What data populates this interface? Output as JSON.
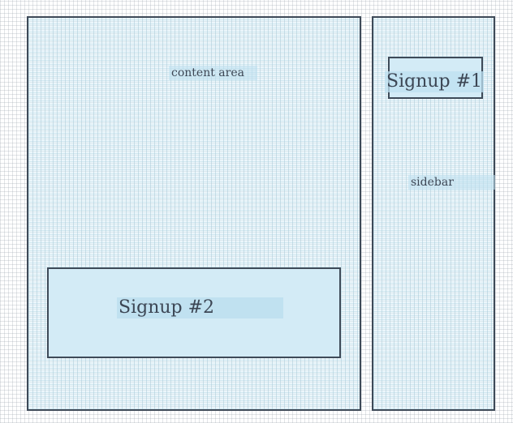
{
  "content_area": {
    "label": "content area",
    "signup": {
      "label": "Signup #2"
    }
  },
  "sidebar": {
    "label": "sidebar",
    "signup": {
      "label": "Signup #1"
    }
  }
}
